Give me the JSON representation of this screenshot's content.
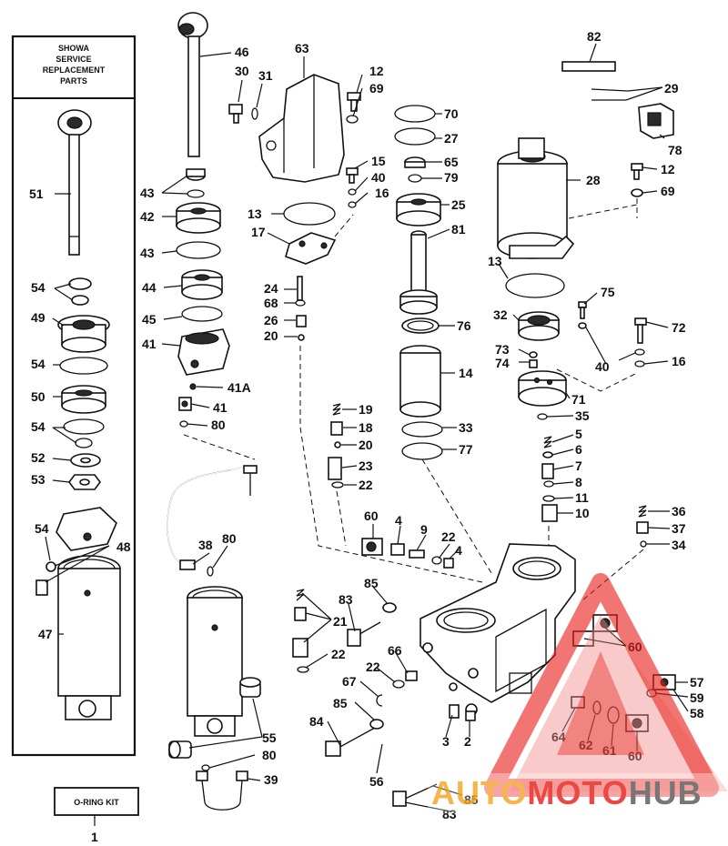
{
  "service_box": {
    "title_lines": [
      "SHOWA",
      "SERVICE",
      "REPLACEMENT",
      "PARTS"
    ]
  },
  "oring_kit": {
    "label": "O-RING KIT",
    "number": "1"
  },
  "callouts": {
    "c51": "51",
    "c54a": "54",
    "c49": "49",
    "c54b": "54",
    "c50": "50",
    "c54c": "54",
    "c52": "52",
    "c53": "53",
    "c54d": "54",
    "c48": "48",
    "c47": "47",
    "c46": "46",
    "c30": "30",
    "c31": "31",
    "c43a": "43",
    "c42": "42",
    "c43b": "43",
    "c44": "44",
    "c45": "45",
    "c41a": "41",
    "c41A": "41A",
    "c41b": "41",
    "c80a": "80",
    "c38": "38",
    "c80b": "80",
    "c55": "55",
    "c80c": "80",
    "c39": "39",
    "c63": "63",
    "c12a": "12",
    "c69a": "69",
    "c15": "15",
    "c40a": "40",
    "c16a": "16",
    "c13a": "13",
    "c17": "17",
    "c24": "24",
    "c68": "68",
    "c26": "26",
    "c20a": "20",
    "c19": "19",
    "c18": "18",
    "c20b": "20",
    "c23": "23",
    "c22a": "22",
    "c70": "70",
    "c27": "27",
    "c65": "65",
    "c79": "79",
    "c25": "25",
    "c81": "81",
    "c76": "76",
    "c14": "14",
    "c33": "33",
    "c77": "77",
    "c82": "82",
    "c29": "29",
    "c78": "78",
    "c28": "28",
    "c12b": "12",
    "c69b": "69",
    "c13b": "13",
    "c75": "75",
    "c32": "32",
    "c72": "72",
    "c73": "73",
    "c74": "74",
    "c40b": "40",
    "c16b": "16",
    "c71": "71",
    "c35": "35",
    "c5": "5",
    "c6": "6",
    "c7": "7",
    "c8": "8",
    "c11": "11",
    "c10": "10",
    "c36": "36",
    "c37": "37",
    "c34": "34",
    "c60a": "60",
    "c4a": "4",
    "c9": "9",
    "c22b": "22",
    "c4b": "4",
    "c85a": "85",
    "c83a": "83",
    "c21": "21",
    "c22c": "22",
    "c22d": "22",
    "c66": "66",
    "c67": "67",
    "c85b": "85",
    "c84": "84",
    "c3": "3",
    "c2": "2",
    "c56": "56",
    "c85c": "85",
    "c83b": "83",
    "c60b": "60",
    "c57": "57",
    "c59": "59",
    "c58": "58",
    "c64": "64",
    "c62": "62",
    "c61": "61",
    "c60c": "60"
  },
  "watermark": {
    "part1": "AUTO",
    "part2": "MOTO",
    "part3": "HUB",
    "colors": {
      "red": "#e8201b",
      "orange": "#f5a623",
      "gray": "#5a5a5a"
    }
  }
}
